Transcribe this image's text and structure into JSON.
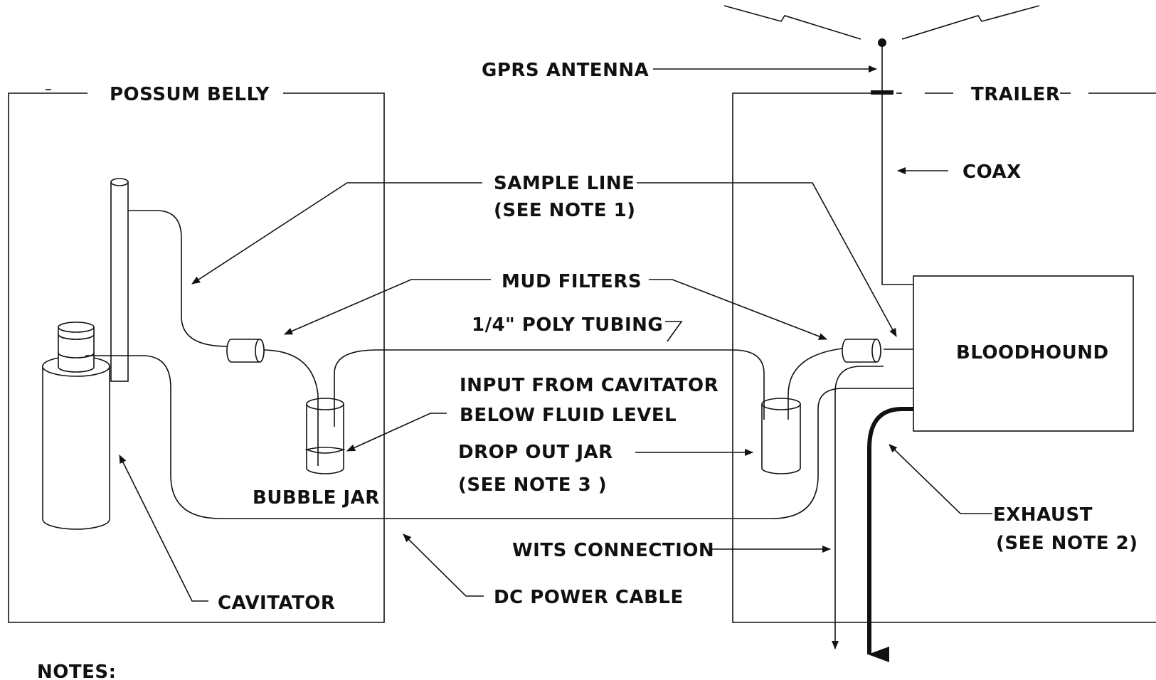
{
  "labels": {
    "gprs_antenna": "GPRS ANTENNA",
    "possum_belly": "POSSUM BELLY",
    "trailer": "TRAILER",
    "coax": "COAX",
    "sample_line": "SAMPLE LINE",
    "sample_line_note": "(SEE NOTE 1)",
    "mud_filters": "MUD FILTERS",
    "poly_tubing": "1/4\" POLY TUBING",
    "bloodhound": "BLOODHOUND",
    "input_from_cavitator": "INPUT FROM CAVITATOR",
    "below_fluid_level": "BELOW FLUID LEVEL",
    "drop_out_jar": "DROP OUT JAR",
    "drop_out_jar_note": "(SEE NOTE 3 )",
    "bubble_jar": "BUBBLE JAR",
    "exhaust": "EXHAUST",
    "exhaust_note": "(SEE NOTE 2)",
    "wits_connection": "WITS CONNECTION",
    "dc_power_cable": "DC POWER CABLE",
    "cavitator": "CAVITATOR",
    "notes": "NOTES:"
  }
}
